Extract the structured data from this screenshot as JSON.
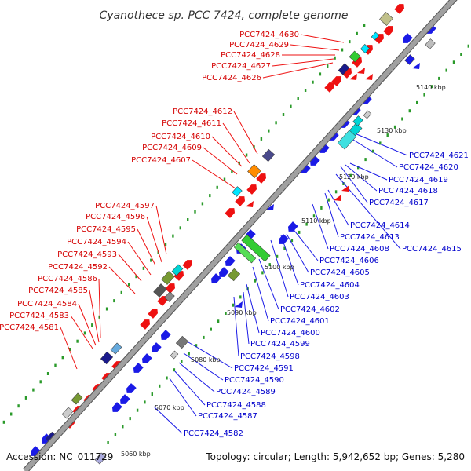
{
  "title": "Cyanothece sp. PCC 7424, complete genome",
  "accession": "Accession: NC_011729",
  "topology": "Topology: circular; Length: 5,942,652 bp; Genes: 5,280",
  "colors": {
    "backbone": "#a0a0a0",
    "backbone_edge": "#555555",
    "plus_strand": "#ee1111",
    "minus_strand": "#1a1ae6",
    "label_plus": "#d40000",
    "label_minus": "#0000cc",
    "dots": "#2a9a2a"
  },
  "scale_ticks": [
    "5060 kbp",
    "5070 kbp",
    "5080 kbp",
    "5090 kbp",
    "5100 kbp",
    "5110 kbp",
    "5120 kbp",
    "5130 kbp",
    "5140 kbp"
  ],
  "labels_plus": [
    "PCC7424_4630",
    "PCC7424_4629",
    "PCC7424_4628",
    "PCC7424_4627",
    "PCC7424_4626",
    "PCC7424_4612",
    "PCC7424_4611",
    "PCC7424_4610",
    "PCC7424_4609",
    "PCC7424_4607",
    "PCC7424_4597",
    "PCC7424_4596",
    "PCC7424_4595",
    "PCC7424_4594",
    "PCC7424_4593",
    "PCC7424_4592",
    "PCC7424_4586",
    "PCC7424_4585",
    "PCC7424_4584",
    "PCC7424_4583",
    "PCC7424_4581"
  ],
  "labels_minus": [
    "PCC7424_4621",
    "PCC7424_4620",
    "PCC7424_4619",
    "PCC7424_4618",
    "PCC7424_4617",
    "PCC7424_4614",
    "PCC7424_4613",
    "PCC7424_4615",
    "PCC7424_4608",
    "PCC7424_4606",
    "PCC7424_4605",
    "PCC7424_4604",
    "PCC7424_4603",
    "PCC7424_4602",
    "PCC7424_4601",
    "PCC7424_4600",
    "PCC7424_4599",
    "PCC7424_4598",
    "PCC7424_4591",
    "PCC7424_4590",
    "PCC7424_4589",
    "PCC7424_4588",
    "PCC7424_4587",
    "PCC7424_4582"
  ]
}
